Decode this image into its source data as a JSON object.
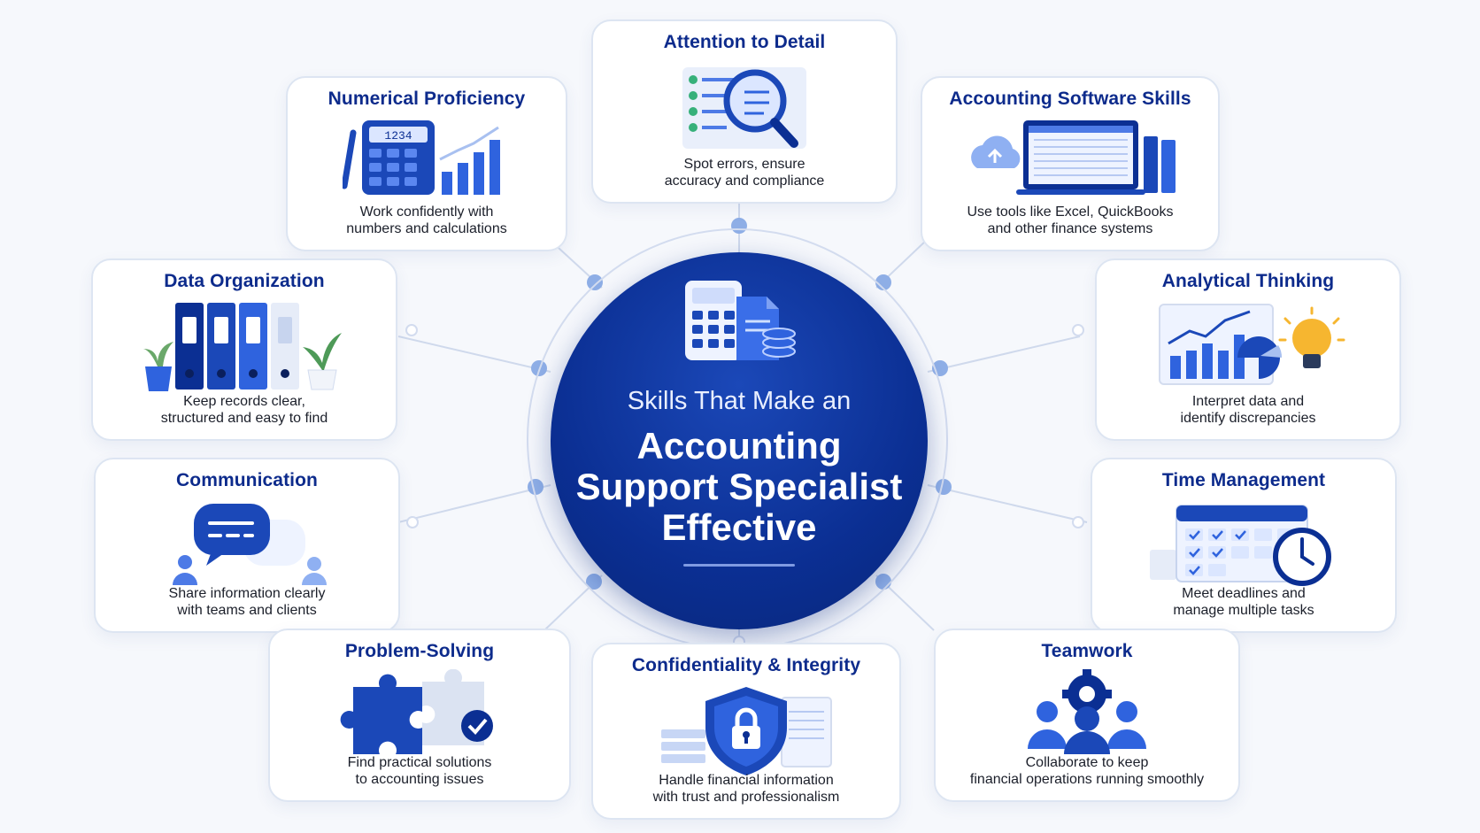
{
  "center": {
    "subtitle": "Skills That Make an",
    "title_line1": "Accounting",
    "title_line2": "Support Specialist",
    "title_line3": "Effective"
  },
  "skills": {
    "attention": {
      "title": "Attention to Detail",
      "desc1": "Spot errors, ensure",
      "desc2": "accuracy and compliance",
      "icon": "magnifier-checklist-icon"
    },
    "numerical": {
      "title": "Numerical Proficiency",
      "desc1": "Work confidently with",
      "desc2": "numbers and calculations",
      "icon": "calculator-chart-icon",
      "calc_display": "1234"
    },
    "software": {
      "title": "Accounting Software Skills",
      "desc1": "Use tools like Excel, QuickBooks",
      "desc2": "and other finance systems",
      "icon": "laptop-cloud-icon"
    },
    "data": {
      "title": "Data Organization",
      "desc1": "Keep records clear,",
      "desc2": "structured and easy to find",
      "icon": "binders-icon"
    },
    "analytical": {
      "title": "Analytical Thinking",
      "desc1": "Interpret data and",
      "desc2": "identify discrepancies",
      "icon": "chart-lightbulb-icon"
    },
    "communication": {
      "title": "Communication",
      "desc1": "Share information clearly",
      "desc2": "with teams and clients",
      "icon": "chat-bubbles-icon"
    },
    "time": {
      "title": "Time Management",
      "desc1": "Meet deadlines and",
      "desc2": "manage multiple tasks",
      "icon": "calendar-clock-icon"
    },
    "problem": {
      "title": "Problem-Solving",
      "desc1": "Find practical solutions",
      "desc2": "to accounting issues",
      "icon": "puzzle-check-icon"
    },
    "confidentiality": {
      "title": "Confidentiality & Integrity",
      "desc1": "Handle financial information",
      "desc2": "with trust and professionalism",
      "icon": "shield-lock-icon"
    },
    "teamwork": {
      "title": "Teamwork",
      "desc1": "Collaborate to keep",
      "desc2": "financial operations running smoothly",
      "icon": "team-gear-icon"
    }
  },
  "colors": {
    "primary": "#0b2f93",
    "accent": "#2456d6",
    "light": "#a8c0f0",
    "title": "#0d2b8c"
  }
}
